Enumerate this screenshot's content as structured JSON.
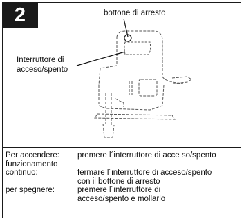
{
  "step_number": "2",
  "callouts": {
    "stop_button": "bottone di arresto",
    "switch_line1": "Interruttore di",
    "switch_line2": "acceso/spento"
  },
  "instructions": [
    {
      "term": "Per accendere:",
      "desc": "premere l´interruttore di acce so/spento"
    },
    {
      "term": "funzionamento",
      "desc": ""
    },
    {
      "term": "continuo:",
      "desc": "fermare l´interruttore di acceso/spento"
    },
    {
      "term": "",
      "desc": "con il bottone di arresto"
    },
    {
      "term": "per spegnere:",
      "desc": "premere l´interruttore di"
    },
    {
      "term": "",
      "desc": "acceso/spento e mollarlo"
    }
  ]
}
